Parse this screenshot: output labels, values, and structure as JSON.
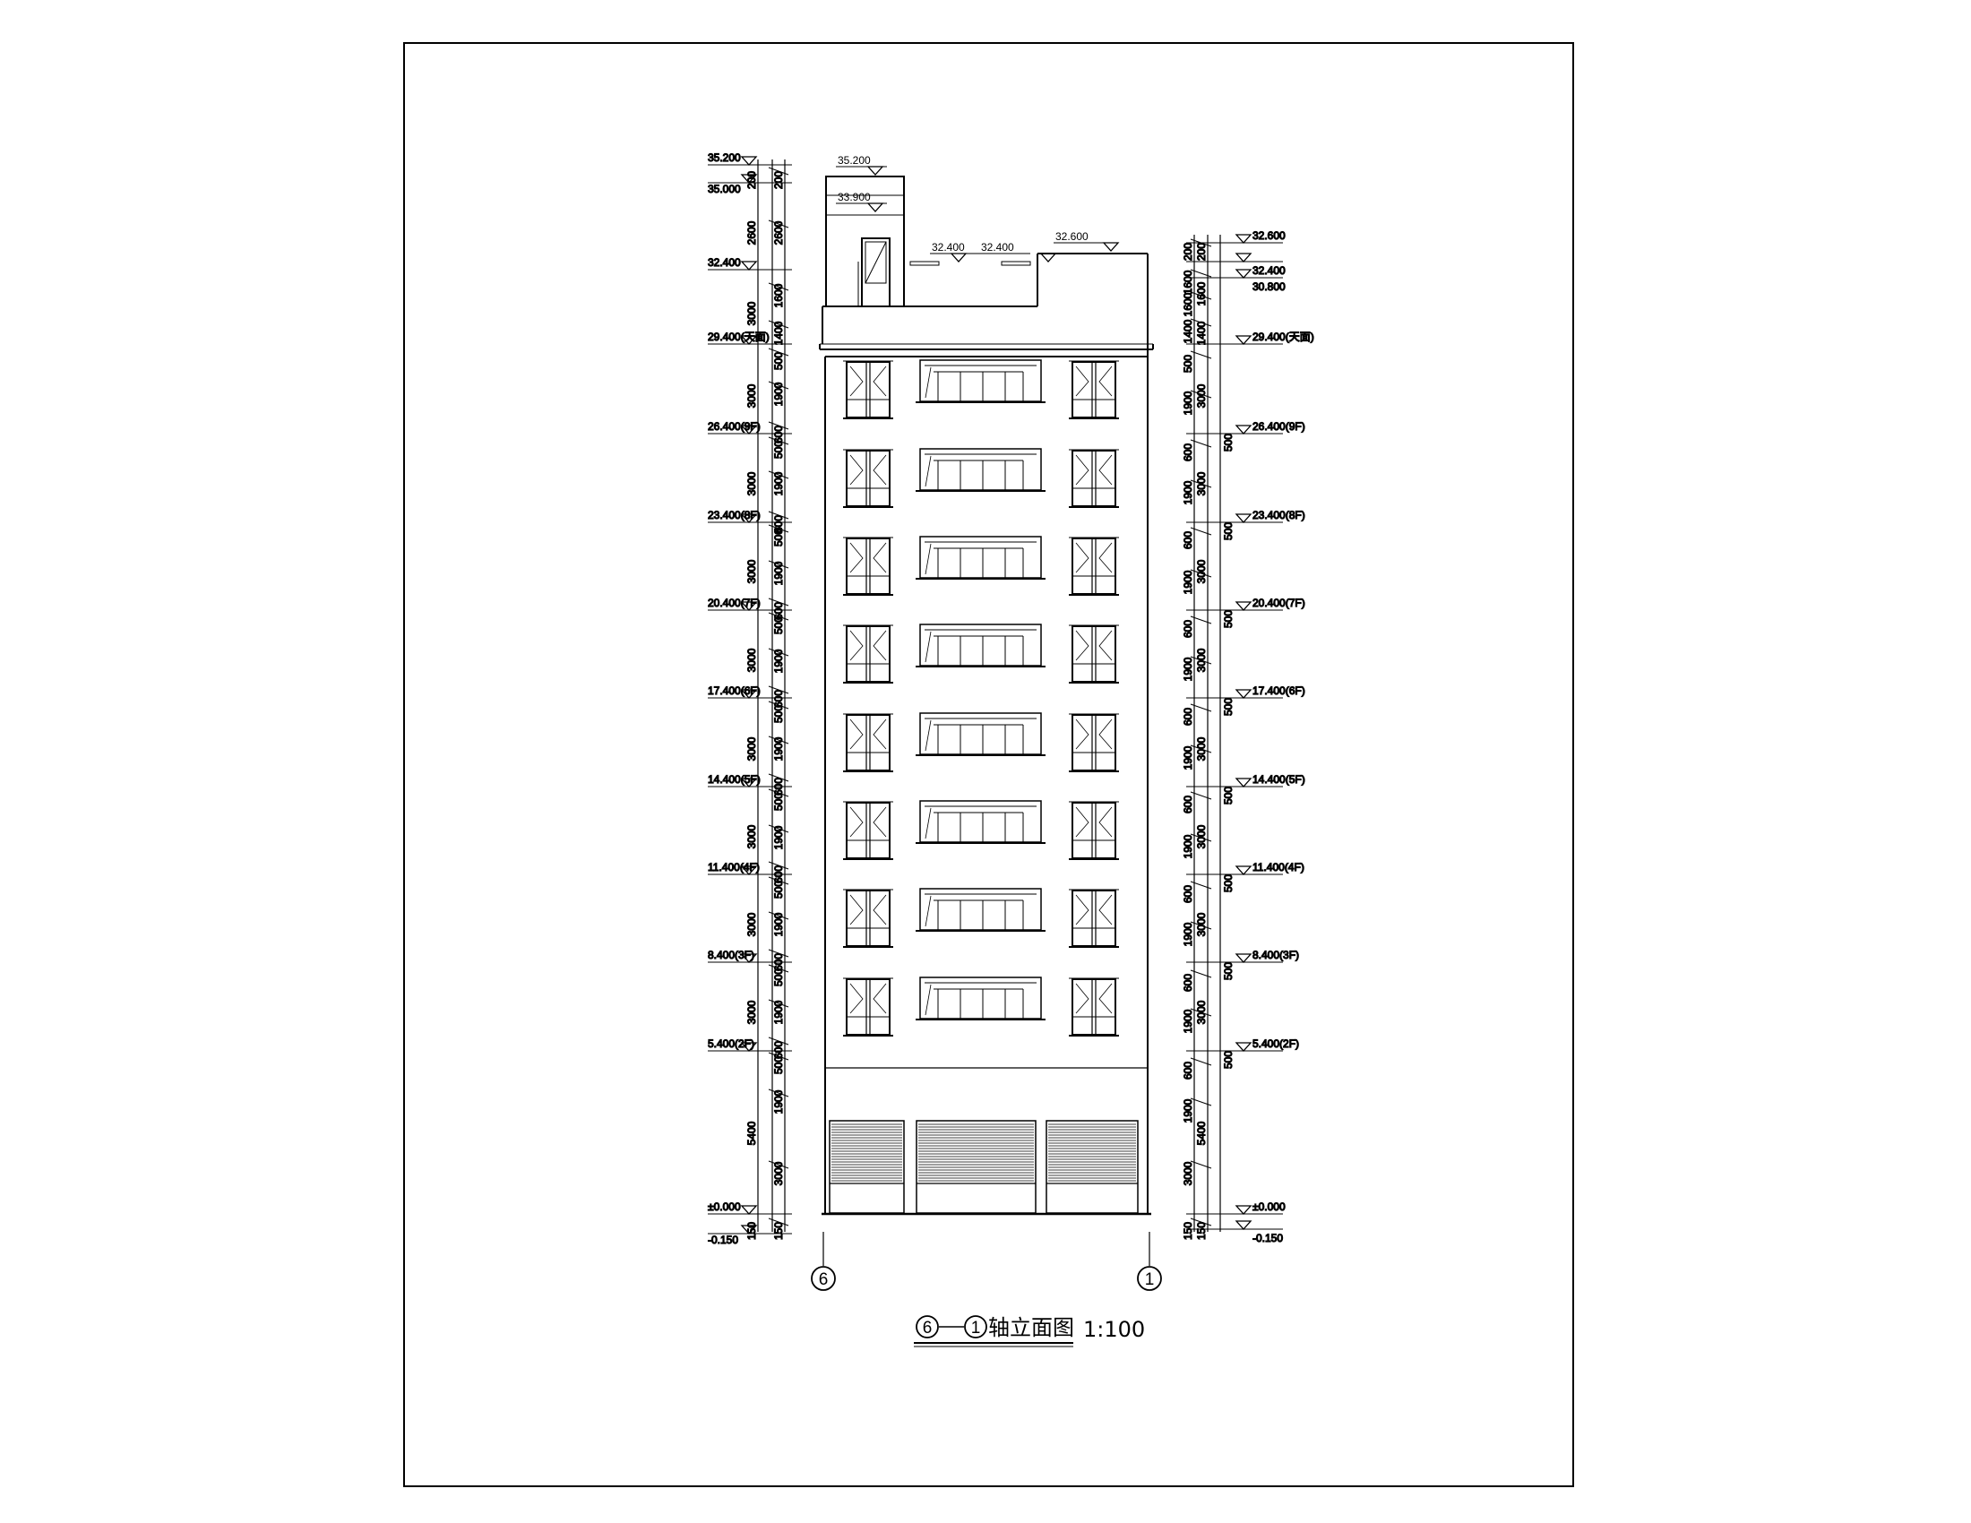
{
  "drawing": {
    "title": "轴立面图",
    "scale": "1:100",
    "title_axis_left": "6",
    "title_axis_right": "1",
    "axis_bubbles": [
      "6",
      "1"
    ],
    "colors": {
      "line": "#000000",
      "background": "#ffffff"
    },
    "top_levels": {
      "stair_top": "35.200",
      "stair_sub": "33.900",
      "roof_a": "32.400",
      "roof_b": "32.400",
      "parapet": "32.600"
    },
    "left_levels": [
      "35.200",
      "35.000",
      "32.400",
      "29.400(天面)",
      "26.400(9F)",
      "23.400(8F)",
      "20.400(7F)",
      "17.400(6F)",
      "14.400(5F)",
      "11.400(4F)",
      "8.400(3F)",
      "5.400(2F)",
      "±0.000",
      "-0.150"
    ],
    "right_levels": [
      "32.600",
      "32.400",
      "30.800",
      "29.400(天面)",
      "26.400(9F)",
      "23.400(8F)",
      "20.400(7F)",
      "17.400(6F)",
      "14.400(5F)",
      "11.400(4F)",
      "8.400(3F)",
      "5.400(2F)",
      "±0.000",
      "-0.150"
    ],
    "left_dims_inner": [
      "200",
      "2600",
      "1600",
      "1400",
      "500",
      "1900",
      "600",
      "500",
      "1900",
      "600",
      "500",
      "1900",
      "600",
      "500",
      "1900",
      "600",
      "500",
      "1900",
      "600",
      "500",
      "1900",
      "600",
      "500",
      "1900",
      "600",
      "500",
      "1900",
      "600",
      "500",
      "1900",
      "3000",
      "150"
    ],
    "left_dims_outer": [
      "200",
      "2600",
      "3000",
      "3000",
      "3000",
      "3000",
      "3000",
      "3000",
      "3000",
      "3000",
      "3000",
      "5400",
      "150"
    ],
    "right_dims_inner": [
      "200",
      "1600",
      "1600",
      "1400",
      "500",
      "1900",
      "600",
      "1900",
      "600",
      "1900",
      "600",
      "1900",
      "600",
      "1900",
      "600",
      "1900",
      "600",
      "1900",
      "600",
      "1900",
      "600",
      "1900",
      "3000",
      "150"
    ],
    "right_dims_outer": [
      "200",
      "1600",
      "1400",
      "3000",
      "3000",
      "3000",
      "3000",
      "3000",
      "3000",
      "3000",
      "3000",
      "5400",
      "150"
    ],
    "right_dims_500": [
      "500",
      "500",
      "500",
      "500",
      "500",
      "500",
      "500",
      "500"
    ]
  }
}
